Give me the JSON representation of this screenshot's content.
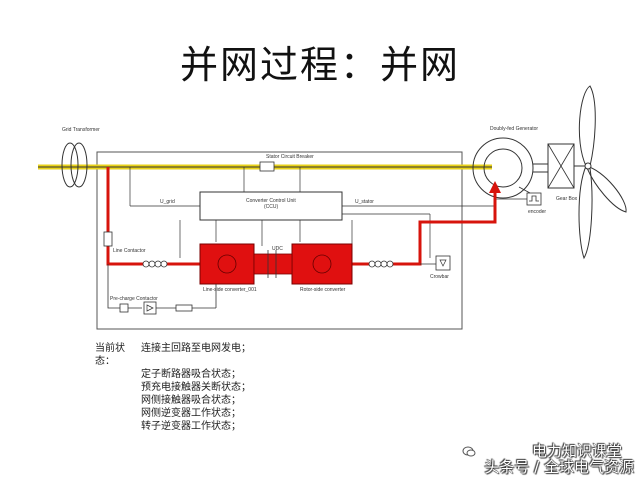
{
  "title": "并网过程：并网",
  "diagram": {
    "label_grid_transformer": "Grid Transformer",
    "label_stator_breaker": "Stator Circuit Breaker",
    "label_control": "Converter Control Unit",
    "label_control_sub": "(CCU)",
    "label_generator": "Doubly-fed Generator",
    "label_gearbox": "Gear Box",
    "label_encoder": "encoder",
    "label_line_contactor": "Line Contactor",
    "label_line_converter": "Line-side converter_001",
    "label_rotor_converter": "Rotor-side converter",
    "label_crowbar": "Crowbar",
    "label_precharge": "Pre-charge Contactor",
    "label_u_grid": "U_grid",
    "label_u_stator": "U_stator",
    "label_dc": "UDC",
    "colors": {
      "highlight": "#e8d21a",
      "path": "#d7140c",
      "converter": "#e01010"
    }
  },
  "notes": {
    "heading": "当前状态：",
    "lines": [
      "连接主回路至电网发电；",
      "定子断路器吸合状态；",
      "预充电接触器关断状态；",
      "网侧接触器吸合状态；",
      "网侧逆变器工作状态；",
      "转子逆变器工作状态；"
    ]
  },
  "watermark": {
    "line1": "电力知识课堂",
    "line2": "头条号 / 全球电气资源"
  }
}
